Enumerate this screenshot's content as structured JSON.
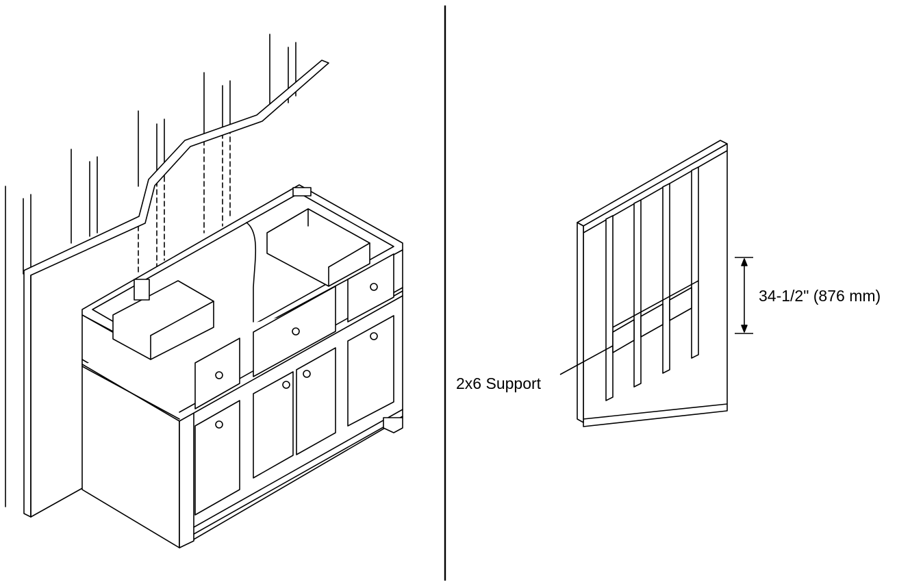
{
  "figure": {
    "left_panel": {
      "description_name": "vanity-cabinet-installation"
    },
    "right_panel": {
      "dimension_label": "34-1/2\" (876 mm)",
      "support_label": "2x6 Support"
    }
  },
  "colors": {
    "line": "#000000",
    "background": "#ffffff"
  }
}
